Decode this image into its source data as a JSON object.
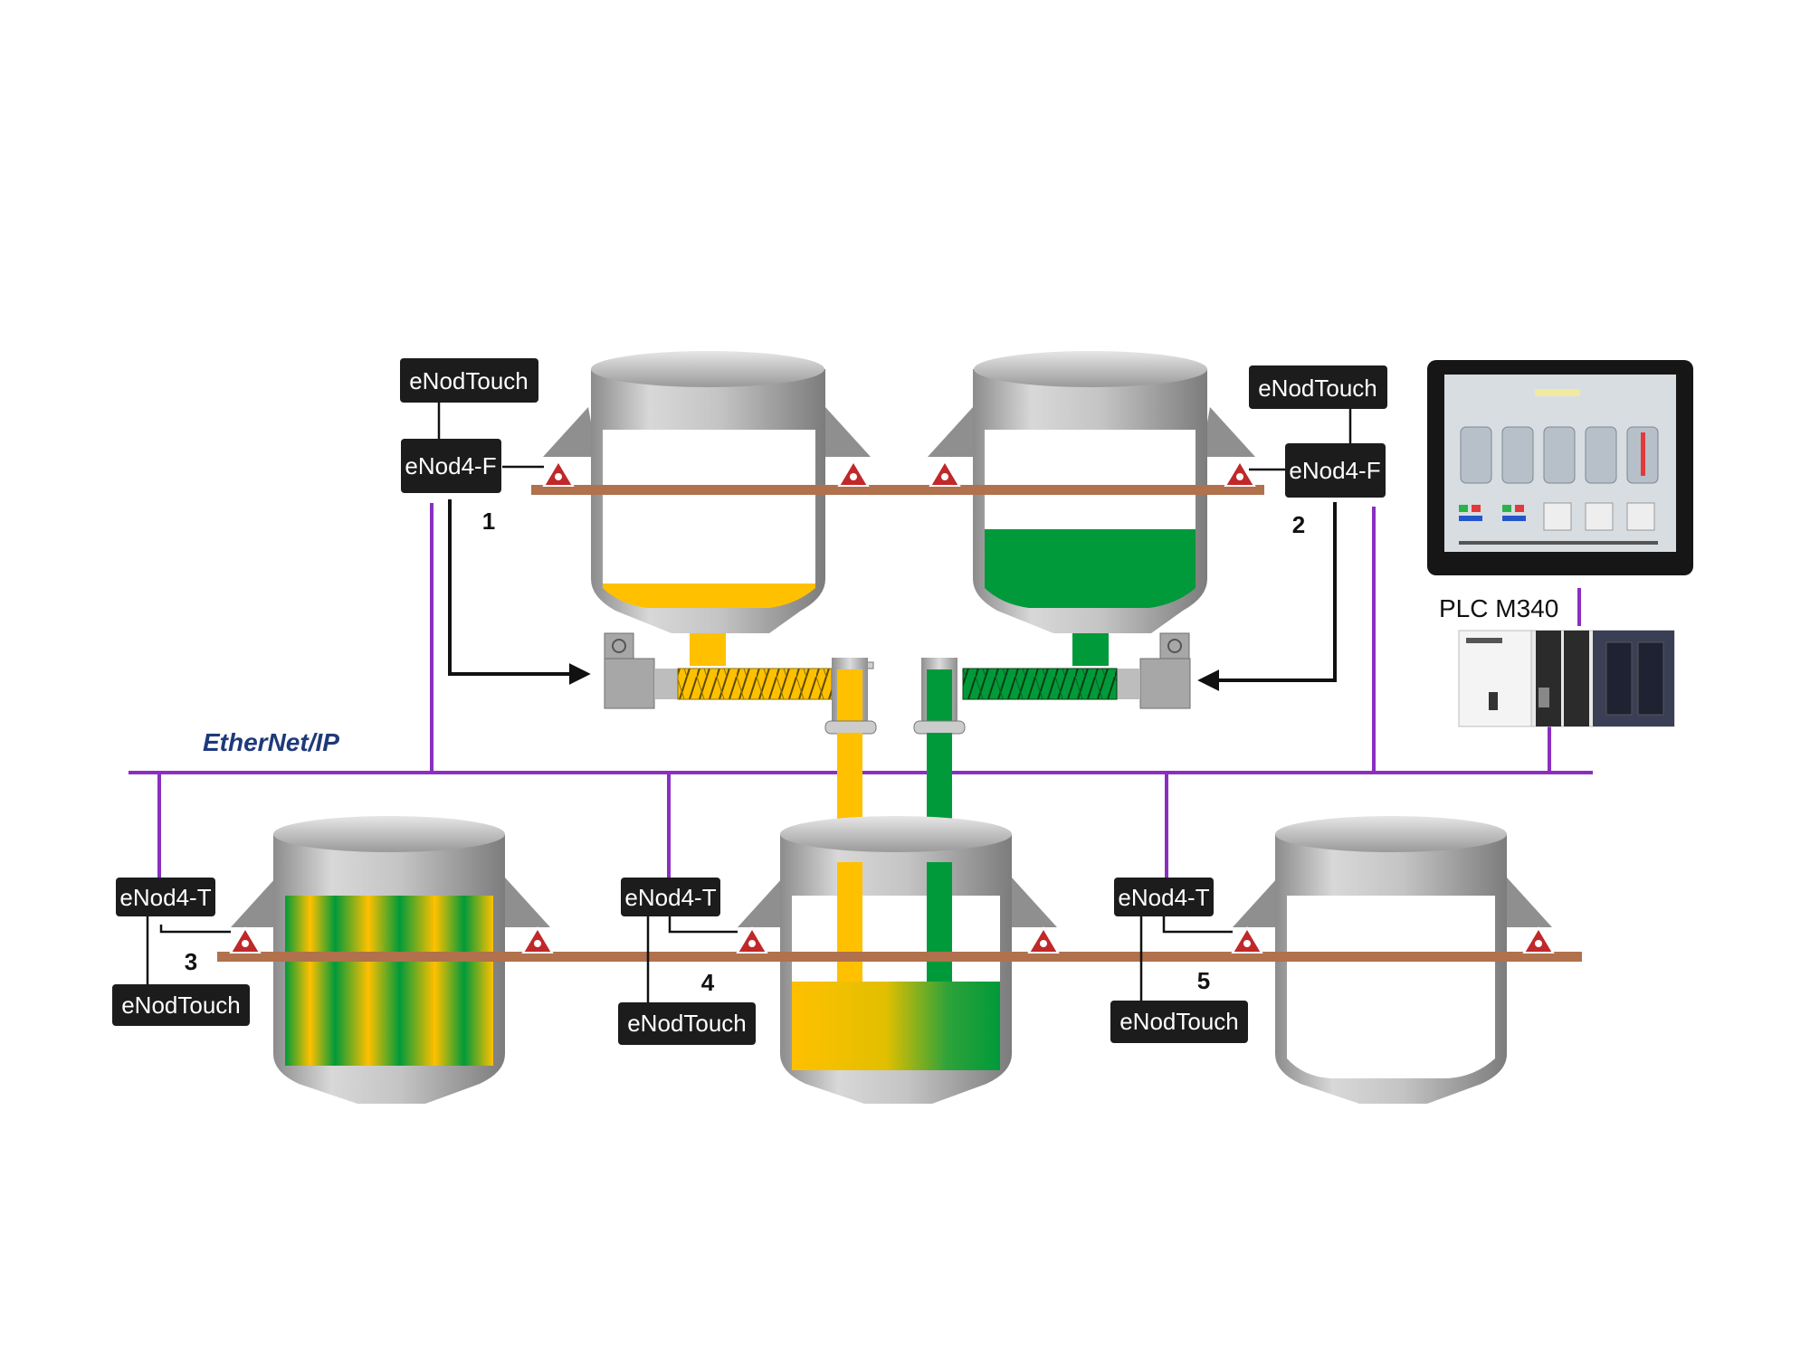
{
  "colors": {
    "network": "#8a2fc0",
    "beam": "#b0714c",
    "yellow": "#ffc000",
    "green": "#009a3a",
    "label_bg": "#1c1c1c",
    "tank": "#b8b8b8",
    "sensor": "#c0282a"
  },
  "network": {
    "name": "EtherNet/IP"
  },
  "plc": {
    "label": "PLC M340"
  },
  "stations": [
    {
      "number": "1",
      "indicator": "eNodTouch",
      "module": "eNod4-F"
    },
    {
      "number": "2",
      "indicator": "eNodTouch",
      "module": "eNod4-F"
    },
    {
      "number": "3",
      "indicator": "eNodTouch",
      "module": "eNod4-T"
    },
    {
      "number": "4",
      "indicator": "eNodTouch",
      "module": "eNod4-T"
    },
    {
      "number": "5",
      "indicator": "eNodTouch",
      "module": "eNod4-T"
    }
  ],
  "icons": {
    "load_cell": "load-cell-icon",
    "motor": "motor-icon",
    "screw": "screw-conveyor-icon",
    "hmi": "touch-screen-icon",
    "plc": "plc-rack-icon"
  }
}
